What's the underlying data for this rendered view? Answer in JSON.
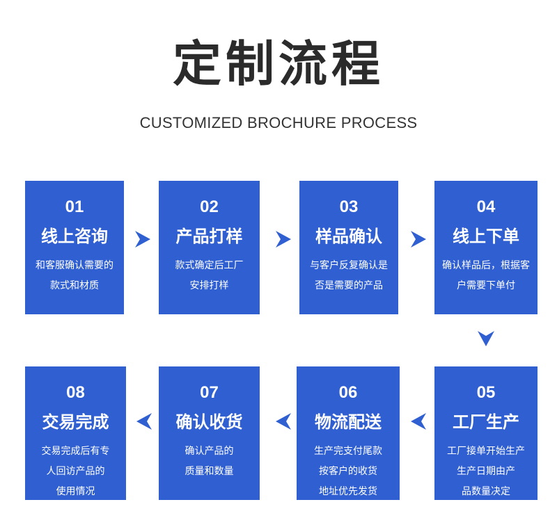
{
  "header": {
    "title": "定制流程",
    "subtitle": "CUSTOMIZED BROCHURE PROCESS"
  },
  "colors": {
    "card_bg": "#2f5fd0",
    "arrow": "#2f5fd0",
    "title": "#2b2b2b"
  },
  "steps": [
    {
      "num": "01",
      "name": "线上咨询",
      "desc": [
        "和客服确认需要的",
        "款式和材质"
      ]
    },
    {
      "num": "02",
      "name": "产品打样",
      "desc": [
        "款式确定后工厂",
        "安排打样"
      ]
    },
    {
      "num": "03",
      "name": "样品确认",
      "desc": [
        "与客户反复确认是",
        "否是需要的产品"
      ]
    },
    {
      "num": "04",
      "name": "线上下单",
      "desc": [
        "确认样品后，根据客",
        "户需要下单付"
      ]
    },
    {
      "num": "05",
      "name": "工厂生产",
      "desc": [
        "工厂接单开始生产",
        "生产日期由产",
        "品数量决定"
      ]
    },
    {
      "num": "06",
      "name": "物流配送",
      "desc": [
        "生产完支付尾款",
        "按客户的收货",
        "地址优先发货"
      ]
    },
    {
      "num": "07",
      "name": "确认收货",
      "desc": [
        "确认产品的",
        "质量和数量"
      ]
    },
    {
      "num": "08",
      "name": "交易完成",
      "desc": [
        "交易完成后有专",
        "人回访产品的",
        "使用情况"
      ]
    }
  ],
  "icons": {
    "right": "chevron-right-icon",
    "down": "chevron-down-icon",
    "left": "chevron-left-icon"
  }
}
